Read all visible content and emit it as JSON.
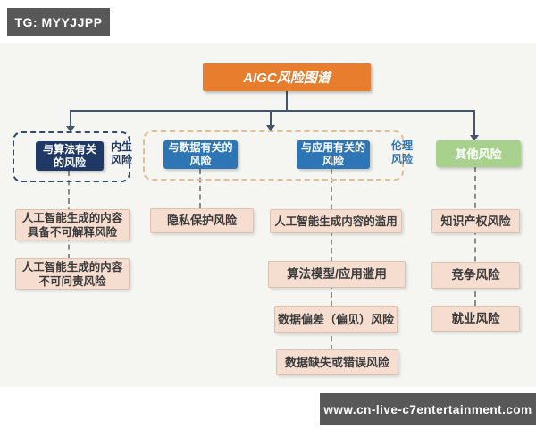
{
  "watermarks": {
    "telegram": "TG: MYYJJPP",
    "site": "www.cn-live-c7entertainment.com"
  },
  "root": {
    "label": "AIGC风险图谱"
  },
  "groups": {
    "endogenous": {
      "label": "内生\n风险"
    },
    "ethics": {
      "label": "伦理\n风险"
    }
  },
  "branches": {
    "algorithm": {
      "label": "与算法有关\n的风险"
    },
    "data": {
      "label": "与数据有关的\n风险"
    },
    "application": {
      "label": "与应用有关的\n风险"
    },
    "other": {
      "label": "其他风险"
    }
  },
  "leaves": {
    "algorithm": [
      "人工智能生成的内容\n具备不可解释风险",
      "人工智能生成的内容\n不可问责风险"
    ],
    "data": [
      "隐私保护风险"
    ],
    "application": [
      "人工智能生成内容的滥用",
      "算法模型/应用滥用",
      "数据偏差（偏见）风险",
      "数据缺失或错误风险"
    ],
    "other": [
      "知识产权风险",
      "竞争风险",
      "就业风险"
    ]
  },
  "colors": {
    "root_fill": "#E87D2D",
    "branch_navy": "#1F3864",
    "branch_blue": "#2E75B6",
    "branch_green": "#A9D18E",
    "leaf_fill": "#F5DDD0",
    "connector": "#44546A",
    "endogenous_dash": "#34496F",
    "ethics_dash": "#E2BE93",
    "watermark_bg": "#585858"
  }
}
